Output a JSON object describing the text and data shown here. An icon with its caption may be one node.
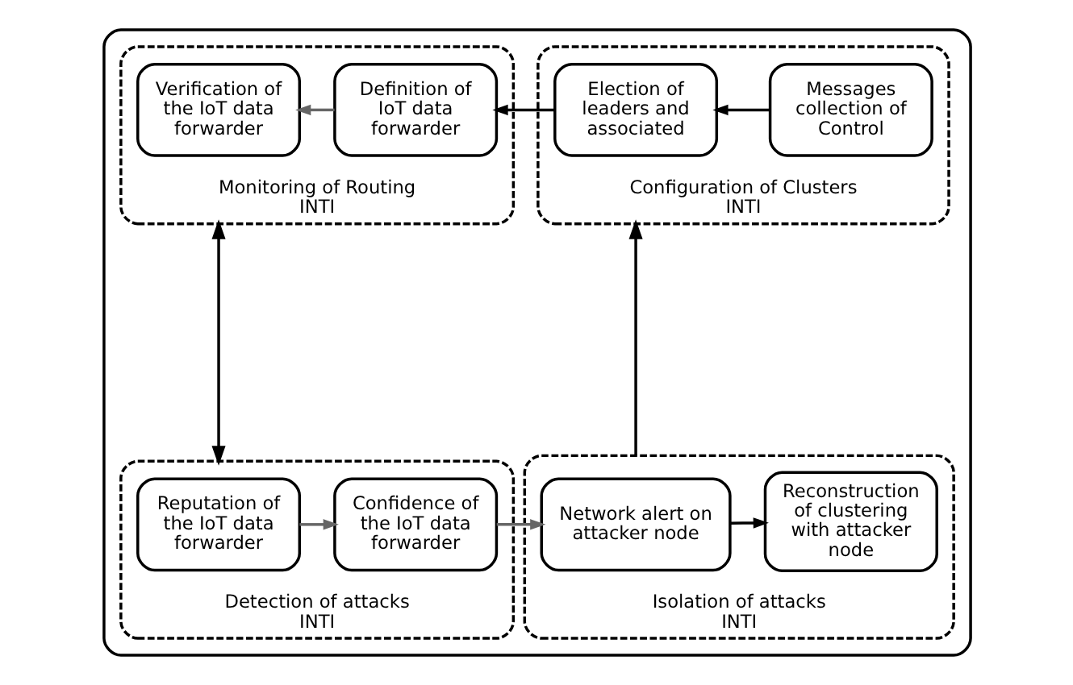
{
  "diagram": {
    "nodes": [
      {
        "text": [],
        "shape": "box"
      },
      {
        "text": [
          "Monitoring of Routing",
          "INTI"
        ],
        "in": 0
      },
      {
        "text": [
          "Verification of the IoT data forwarder"
        ],
        "in": 1
      },
      {
        "text": [
          "Definition of IoT data forwarder"
        ],
        "in": 1
      },
      {
        "text": [
          "Configuration of Clusters",
          "INTI"
        ],
        "in": 0
      },
      {
        "text": [
          "Election of leaders and associated"
        ],
        "in": 4
      },
      {
        "text": [
          "Messages collection of Control"
        ],
        "in": 4
      },
      {
        "text": [
          "Detection of attacks",
          "INTI"
        ],
        "in": 0
      },
      {
        "text": [
          "Reputation of the IoT data forwarder"
        ],
        "in": 7
      },
      {
        "text": [
          "Confidence of the IoT data forwarder"
        ],
        "in": 7
      },
      {
        "text": [
          "Isolation of attacks",
          "INTI"
        ],
        "in": 0
      },
      {
        "text": [
          "Network alert on attacker node"
        ],
        "in": 10
      },
      {
        "text": [
          "Reconstruction of clustering with attacker node"
        ],
        "in": 10
      }
    ],
    "edges": [
      {
        "from": 3,
        "to": 2,
        "arrow": "to",
        "color": "#666666"
      },
      {
        "from": 5,
        "to": 3,
        "arrow": "to"
      },
      {
        "from": 6,
        "to": 5,
        "arrow": "to"
      },
      {
        "from": 1,
        "to": 7,
        "arrow": "both"
      },
      {
        "from": 8,
        "to": 9,
        "arrow": "to",
        "color": "#666666"
      },
      {
        "from": 9,
        "to": 11,
        "arrow": "to",
        "color": "#666666"
      },
      {
        "from": 11,
        "to": 12,
        "arrow": "to"
      },
      {
        "from": 10,
        "to": 4,
        "arrow": "to"
      }
    ]
  }
}
